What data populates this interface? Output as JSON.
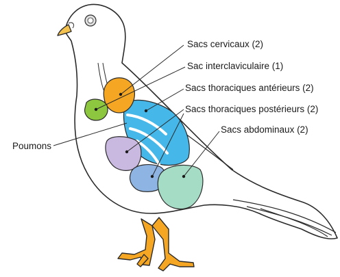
{
  "labels": {
    "cervical": "Sacs cervicaux (2)",
    "interclavicular": "Sac interclaviculaire (1)",
    "anterior_thoracic": "Sacs thoraciques antérieurs (2)",
    "posterior_thoracic": "Sacs thoraciques postérieurs (2)",
    "abdominal": "Sacs abdominaux (2)",
    "lungs": "Poumons"
  },
  "colors": {
    "outline": "#2a2a2a",
    "beak": "#f2c14e",
    "cervical_sac": "#f5a623",
    "interclavicular_sac": "#8dc63f",
    "lungs": "#45b7e8",
    "anterior_thoracic_sac": "#c9b8e0",
    "posterior_thoracic_sac": "#8eb4e3",
    "abdominal_sac": "#a5dcc6",
    "feet": "#f5a623"
  }
}
